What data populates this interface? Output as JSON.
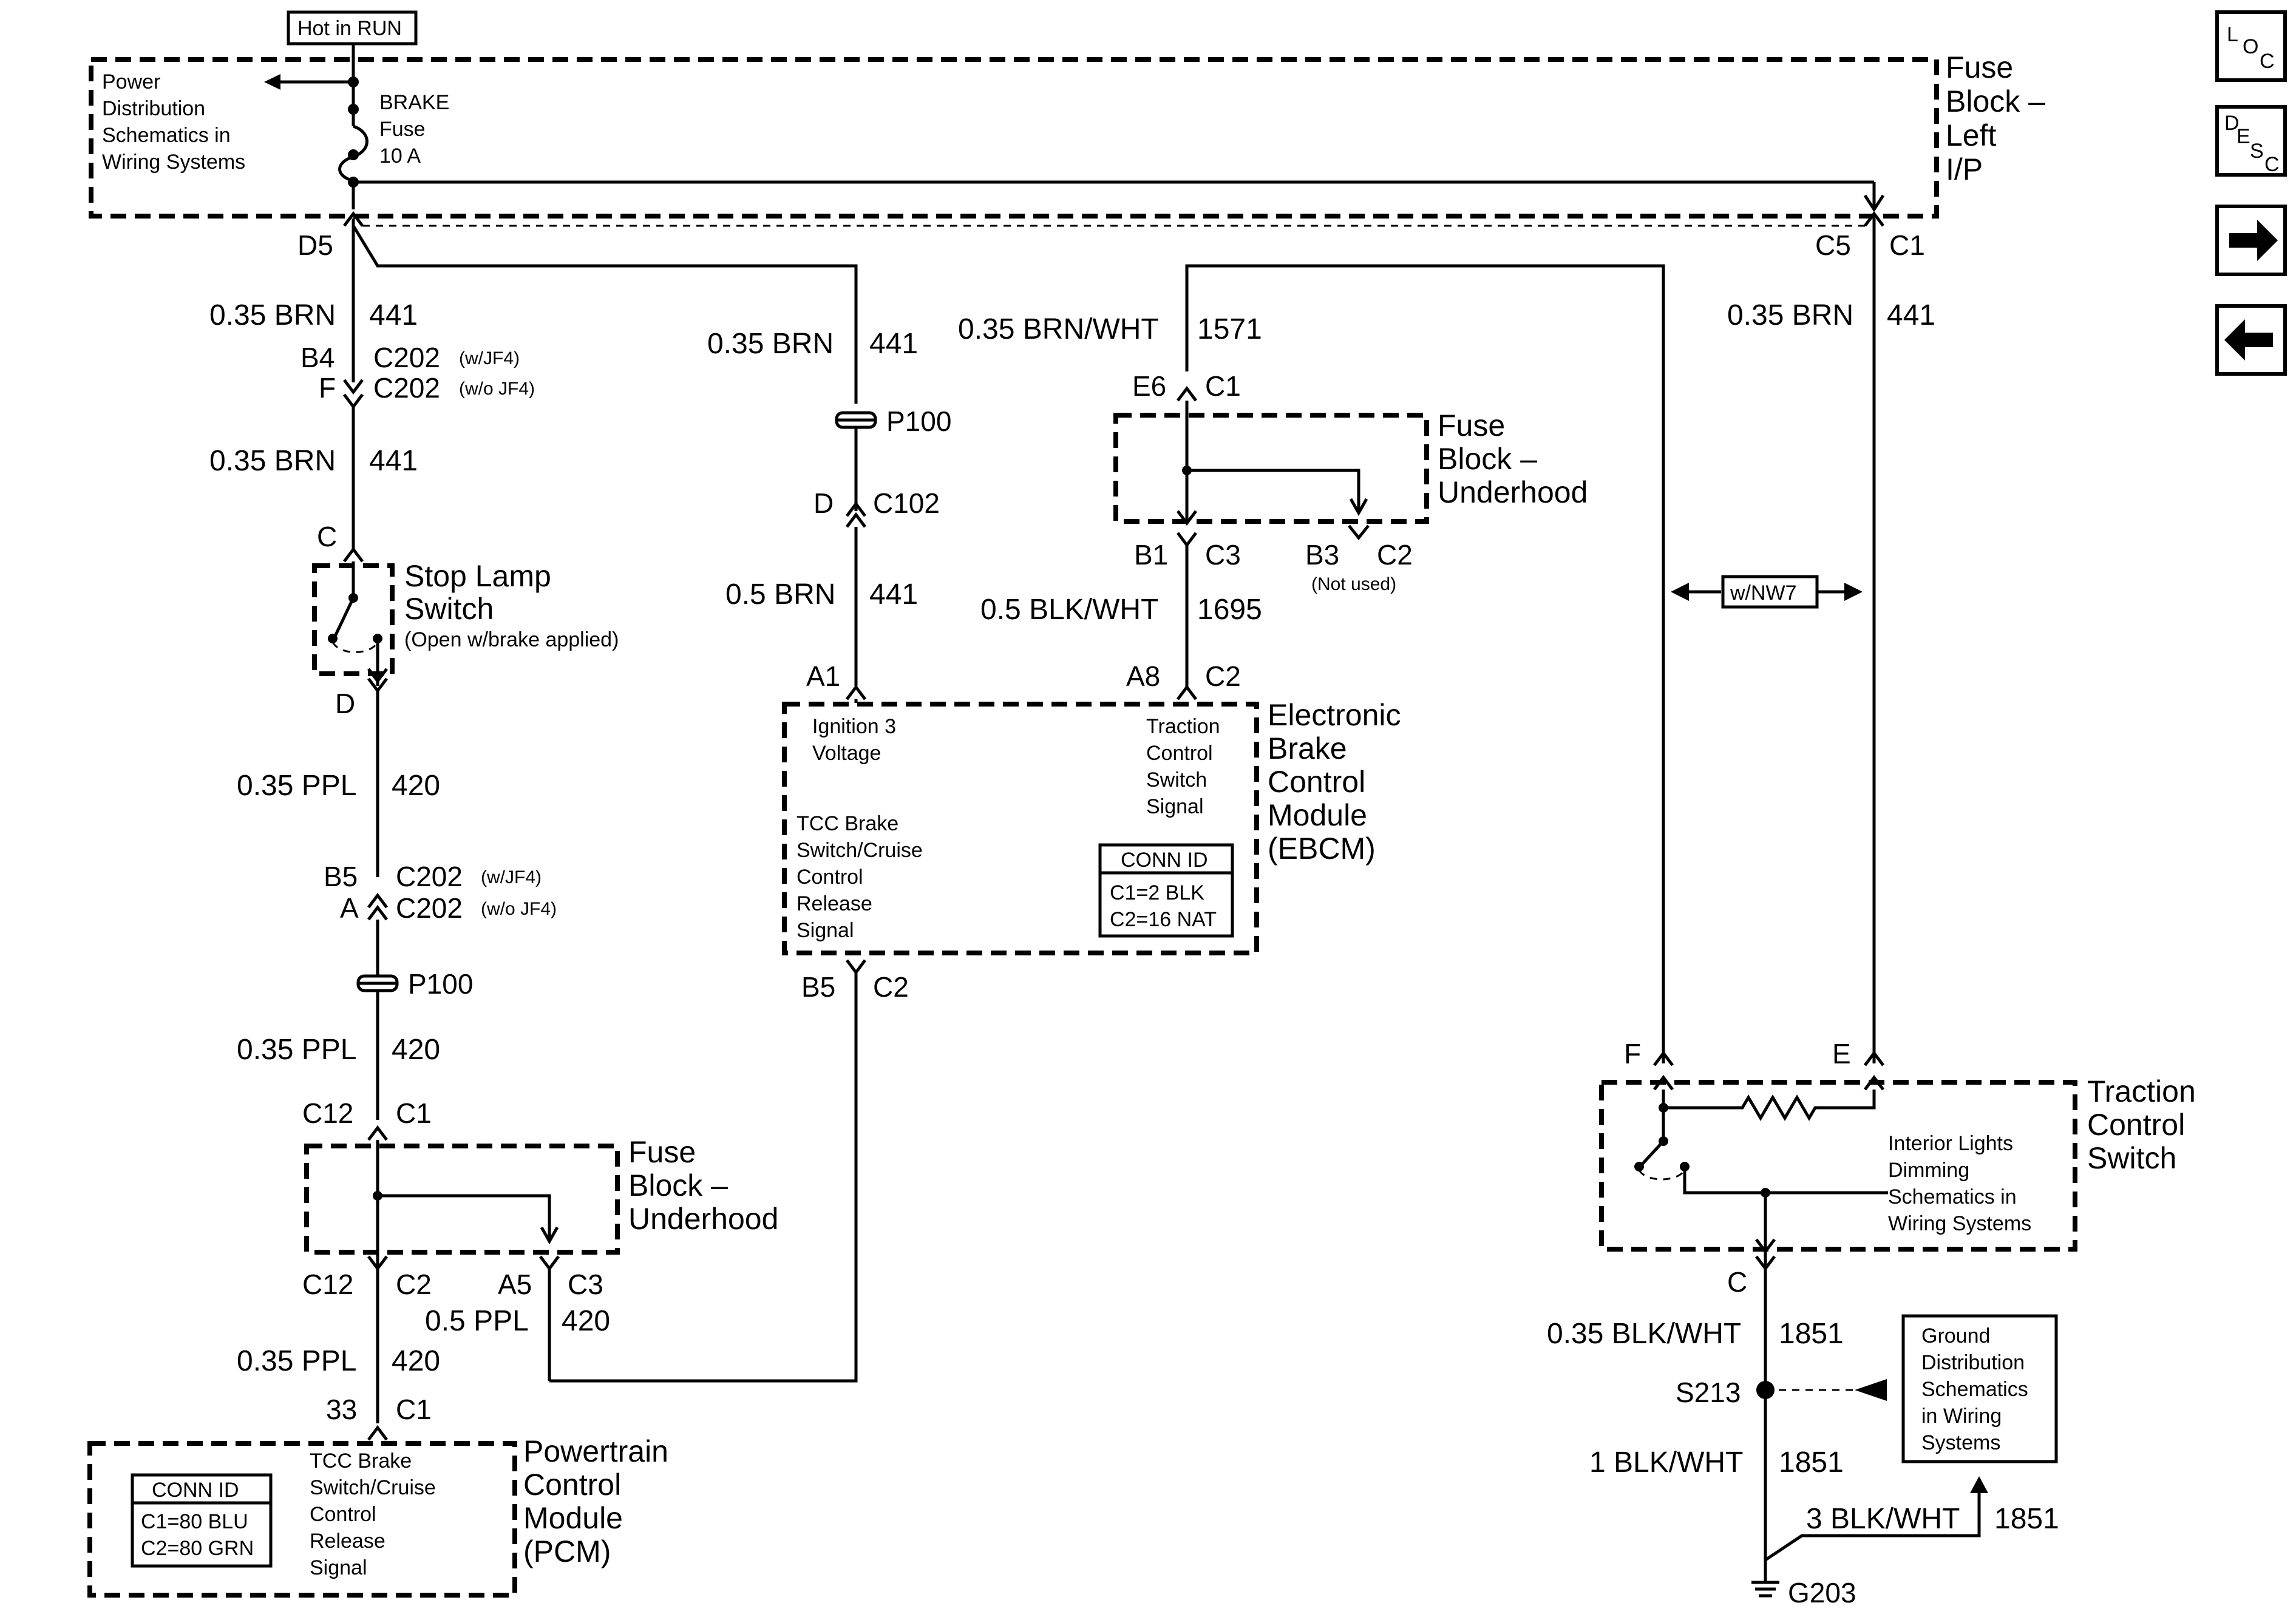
{
  "top": {
    "hot_in_run": "Hot in RUN",
    "pds_ref": [
      "Power",
      "Distribution",
      "Schematics in",
      "Wiring Systems"
    ],
    "brake_fuse": [
      "BRAKE",
      "Fuse",
      "10 A"
    ],
    "fuse_block_lip": [
      "Fuse",
      "Block –",
      "Left",
      "I/P"
    ]
  },
  "connectors": {
    "d5": "D5",
    "c5": "C5",
    "c1": "C1",
    "b4": "B4",
    "f": "F",
    "c202": "C202",
    "w_jf4": "(w/JF4)",
    "wo_jf4": "(w/o JF4)",
    "c": "C",
    "d": "D",
    "b5": "B5",
    "a": "A",
    "p100": "P100",
    "c102": "C102",
    "c12": "C12",
    "c2": "C2",
    "a5": "A5",
    "c3": "C3",
    "pin33": "33",
    "e6": "E6",
    "b1": "B1",
    "b3": "B3",
    "a1": "A1",
    "a8": "A8",
    "e": "E",
    "f_pin": "F",
    "s213": "S213",
    "g203": "G203"
  },
  "wires": {
    "brn_035": "0.35 BRN",
    "brn_05": "0.5 BRN",
    "c441": "441",
    "ppl_035": "0.35 PPL",
    "ppl_05": "0.5 PPL",
    "c420": "420",
    "brnwht_035": "0.35 BRN/WHT",
    "c1571": "1571",
    "blkwht_05": "0.5 BLK/WHT",
    "c1695": "1695",
    "blkwht_035": "0.35 BLK/WHT",
    "blkwht_1": "1 BLK/WHT",
    "blkwht_3": "3 BLK/WHT",
    "c1851": "1851"
  },
  "components": {
    "stop_lamp": [
      "Stop Lamp",
      "Switch"
    ],
    "stop_lamp_note": "(Open w/brake applied)",
    "fuse_block_uh": [
      "Fuse",
      "Block –",
      "Underhood"
    ],
    "not_used": "(Not used)",
    "ebcm": [
      "Electronic",
      "Brake",
      "Control",
      "Module",
      "(EBCM)"
    ],
    "ebcm_ign": [
      "Ignition 3",
      "Voltage"
    ],
    "ebcm_tcs": [
      "Traction",
      "Control",
      "Switch",
      "Signal"
    ],
    "ebcm_tcc": [
      "TCC Brake",
      "Switch/Cruise",
      "Control",
      "Release",
      "Signal"
    ],
    "ebcm_conn": [
      "CONN ID",
      "C1=2 BLK",
      "C2=16 NAT"
    ],
    "pcm": [
      "Powertrain",
      "Control",
      "Module",
      "(PCM)"
    ],
    "pcm_tcc": [
      "TCC Brake",
      "Switch/Cruise",
      "Control",
      "Release",
      "Signal"
    ],
    "pcm_conn": [
      "CONN ID",
      "C1=80 BLU",
      "C2=80 GRN"
    ],
    "tcs_switch": [
      "Traction",
      "Control",
      "Switch"
    ],
    "interior_lights": [
      "Interior Lights",
      "Dimming",
      "Schematics in",
      "Wiring Systems"
    ],
    "ground_dist": [
      "Ground",
      "Distribution",
      "Schematics",
      "in Wiring",
      "Systems"
    ],
    "w_nw7": "w/NW7"
  },
  "nav": {
    "loc": [
      "L",
      "O",
      "C"
    ],
    "desc": [
      "D",
      "E",
      "S",
      "C"
    ],
    "forward_icon": "arrow-right-icon",
    "back_icon": "arrow-left-icon"
  }
}
